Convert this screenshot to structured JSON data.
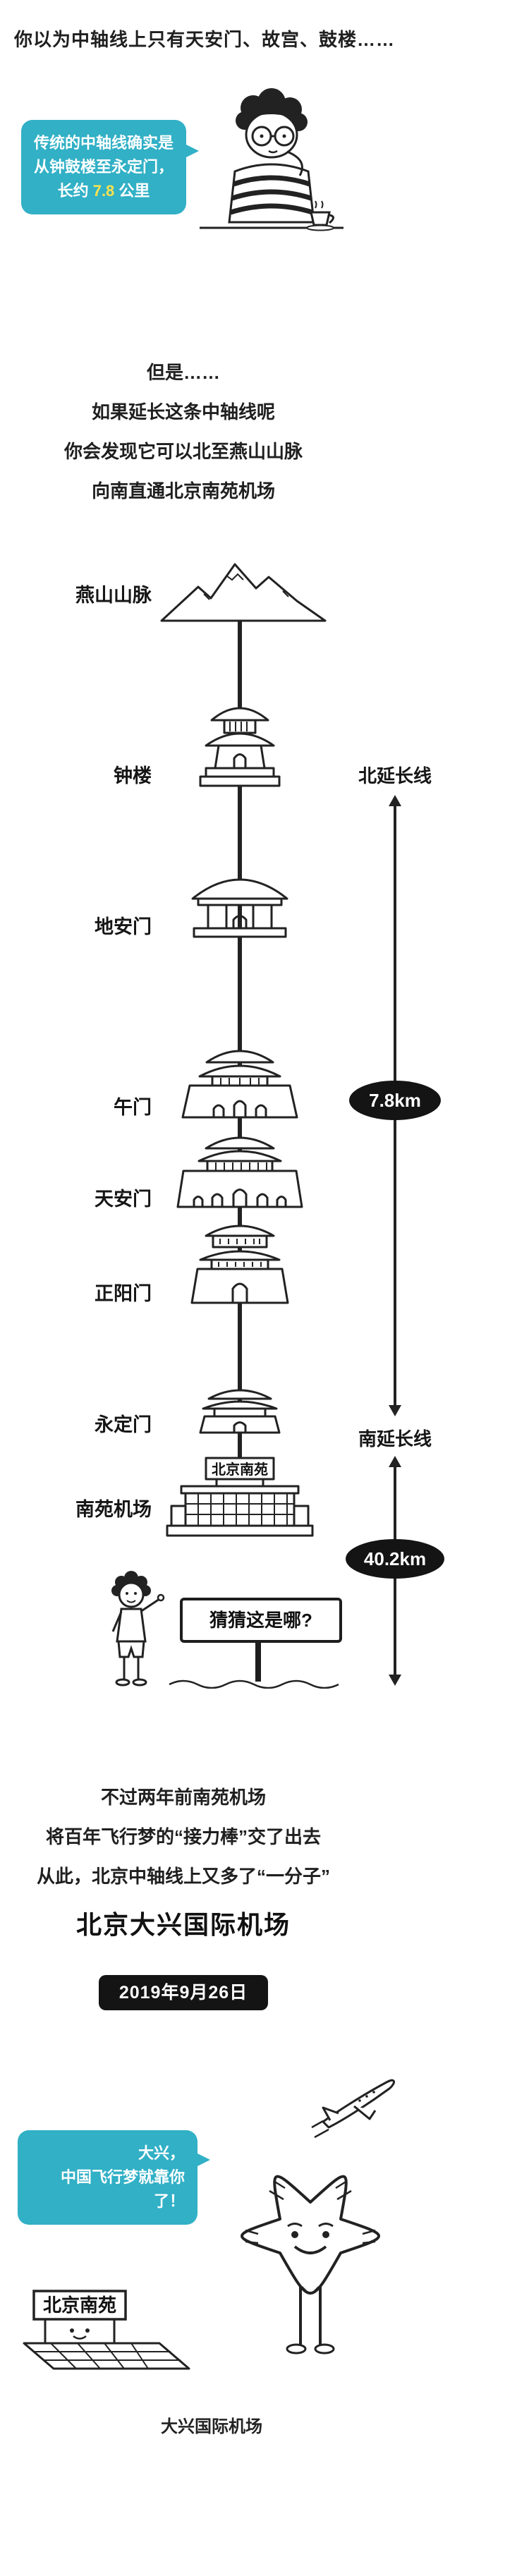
{
  "colors": {
    "teal": "#31b0c6",
    "ink": "#1f1f1f",
    "highlight": "#ffe34d",
    "badge_black": "#141414"
  },
  "intro": {
    "line": "你以为中轴线上只有天安门、故宫、鼓楼……"
  },
  "speech_bubble_1": {
    "line1": "传统的中轴线确实是",
    "line2": "从钟鼓楼至永定门，",
    "line3_prefix": "长约 ",
    "line3_highlight": "7.8",
    "line3_suffix": " 公里"
  },
  "paragraph_1": {
    "lines": [
      "但是……",
      "如果延长这条中轴线呢",
      "你会发现它可以北至燕山山脉",
      "向南直通北京南苑机场"
    ]
  },
  "diagram": {
    "labels": {
      "mountain": "燕山山脉",
      "bell_tower": "钟楼",
      "dianmen": "地安门",
      "wumen": "午门",
      "tiananmen": "天安门",
      "zhengyangmen": "正阳门",
      "yongdingmen": "永定门",
      "nanyuan_airport": "南苑机场"
    },
    "north_extension": "北延长线",
    "south_extension": "南延长线",
    "distance_1": "7.8km",
    "distance_2": "40.2km",
    "nanyuan_sign": "北京南苑",
    "guess_sign": "猜猜这是哪?"
  },
  "paragraph_2": {
    "lines": [
      "不过两年前南苑机场",
      "将百年飞行梦的“接力棒”交了出去",
      "从此，北京中轴线上又多了“一分子”"
    ],
    "emphasis": "北京大兴国际机场"
  },
  "date_badge": "2019年9月26日",
  "speech_bubble_2": {
    "line1": "大兴，",
    "line2": "中国飞行梦就靠你了！"
  },
  "footer": {
    "nanyuan_board": "北京南苑",
    "caption": "大兴国际机场"
  }
}
